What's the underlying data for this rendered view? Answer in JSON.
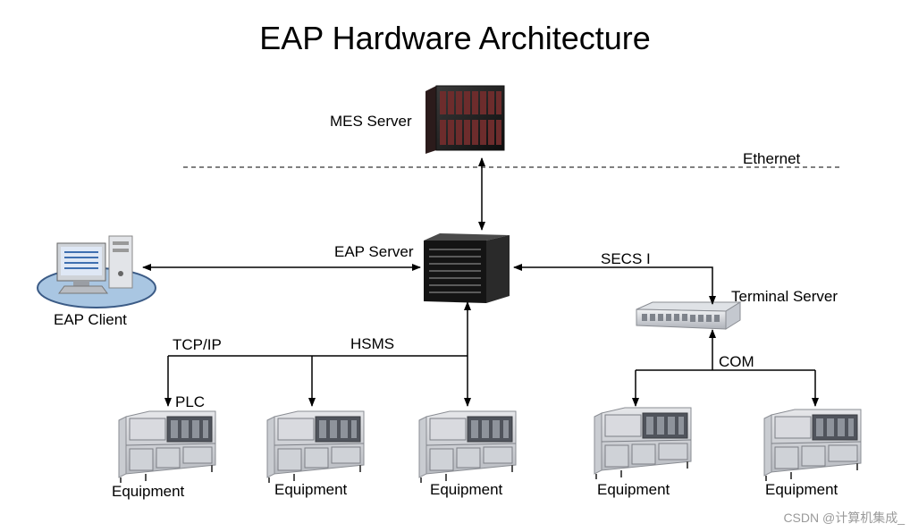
{
  "title": "EAP Hardware Architecture",
  "labels": {
    "mes_server": "MES Server",
    "ethernet": "Ethernet",
    "eap_server": "EAP Server",
    "eap_client": "EAP Client",
    "secs": "SECS I",
    "terminal_server": "Terminal Server",
    "tcpip": "TCP/IP",
    "hsms": "HSMS",
    "plc": "PLC",
    "com": "COM"
  },
  "equipment": [
    {
      "label": "Equipment"
    },
    {
      "label": "Equipment"
    },
    {
      "label": "Equipment"
    },
    {
      "label": "Equipment"
    },
    {
      "label": "Equipment"
    }
  ],
  "watermark": "CSDN @计算机集成_",
  "icons": {
    "mes_server": "blade-server-rack-icon",
    "eap_server": "tower-server-icon",
    "eap_client": "desktop-computer-icon",
    "terminal_server": "rack-terminal-server-icon",
    "equipment": "semiconductor-equipment-icon"
  }
}
